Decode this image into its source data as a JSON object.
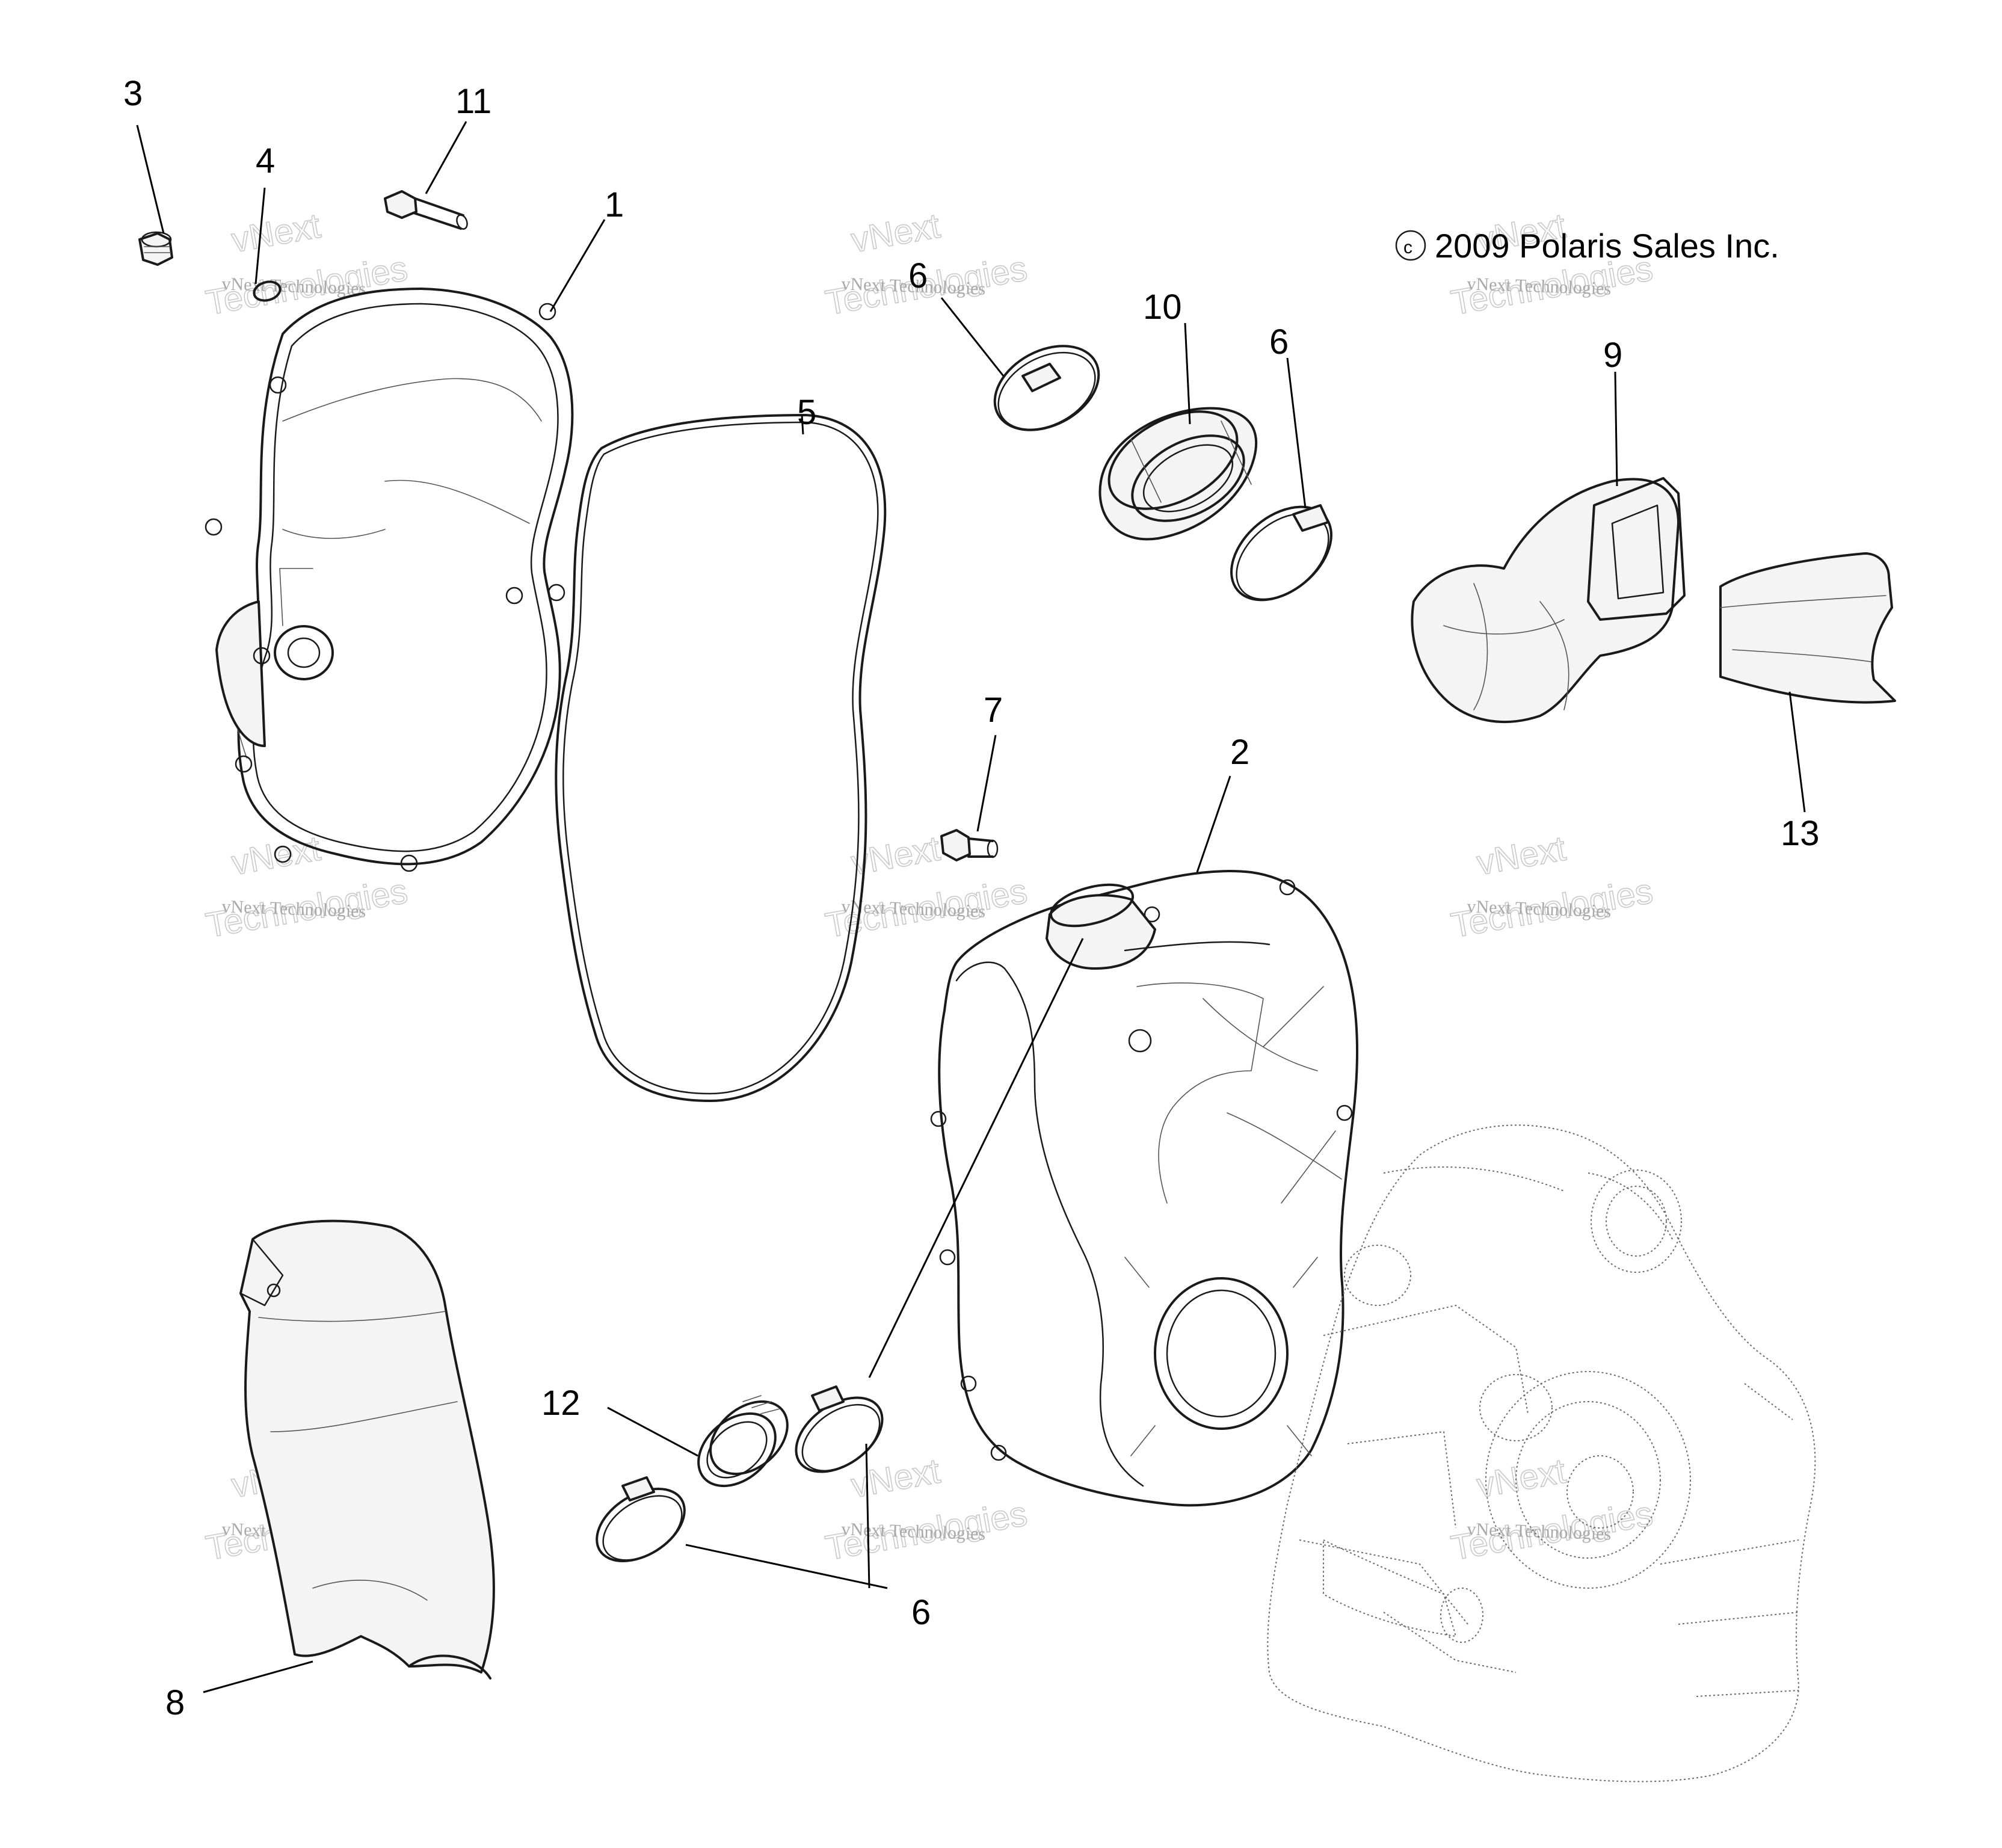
{
  "copyright": "2009 Polaris Sales Inc.",
  "copyright_symbol": "©",
  "callouts": [
    "1",
    "2",
    "3",
    "4",
    "5",
    "6",
    "6",
    "6",
    "6",
    "7",
    "8",
    "9",
    "10",
    "11",
    "12",
    "13"
  ],
  "watermark": {
    "line1": "vNext Technologies",
    "line2a": "vNext",
    "line2b": "Technologies"
  }
}
